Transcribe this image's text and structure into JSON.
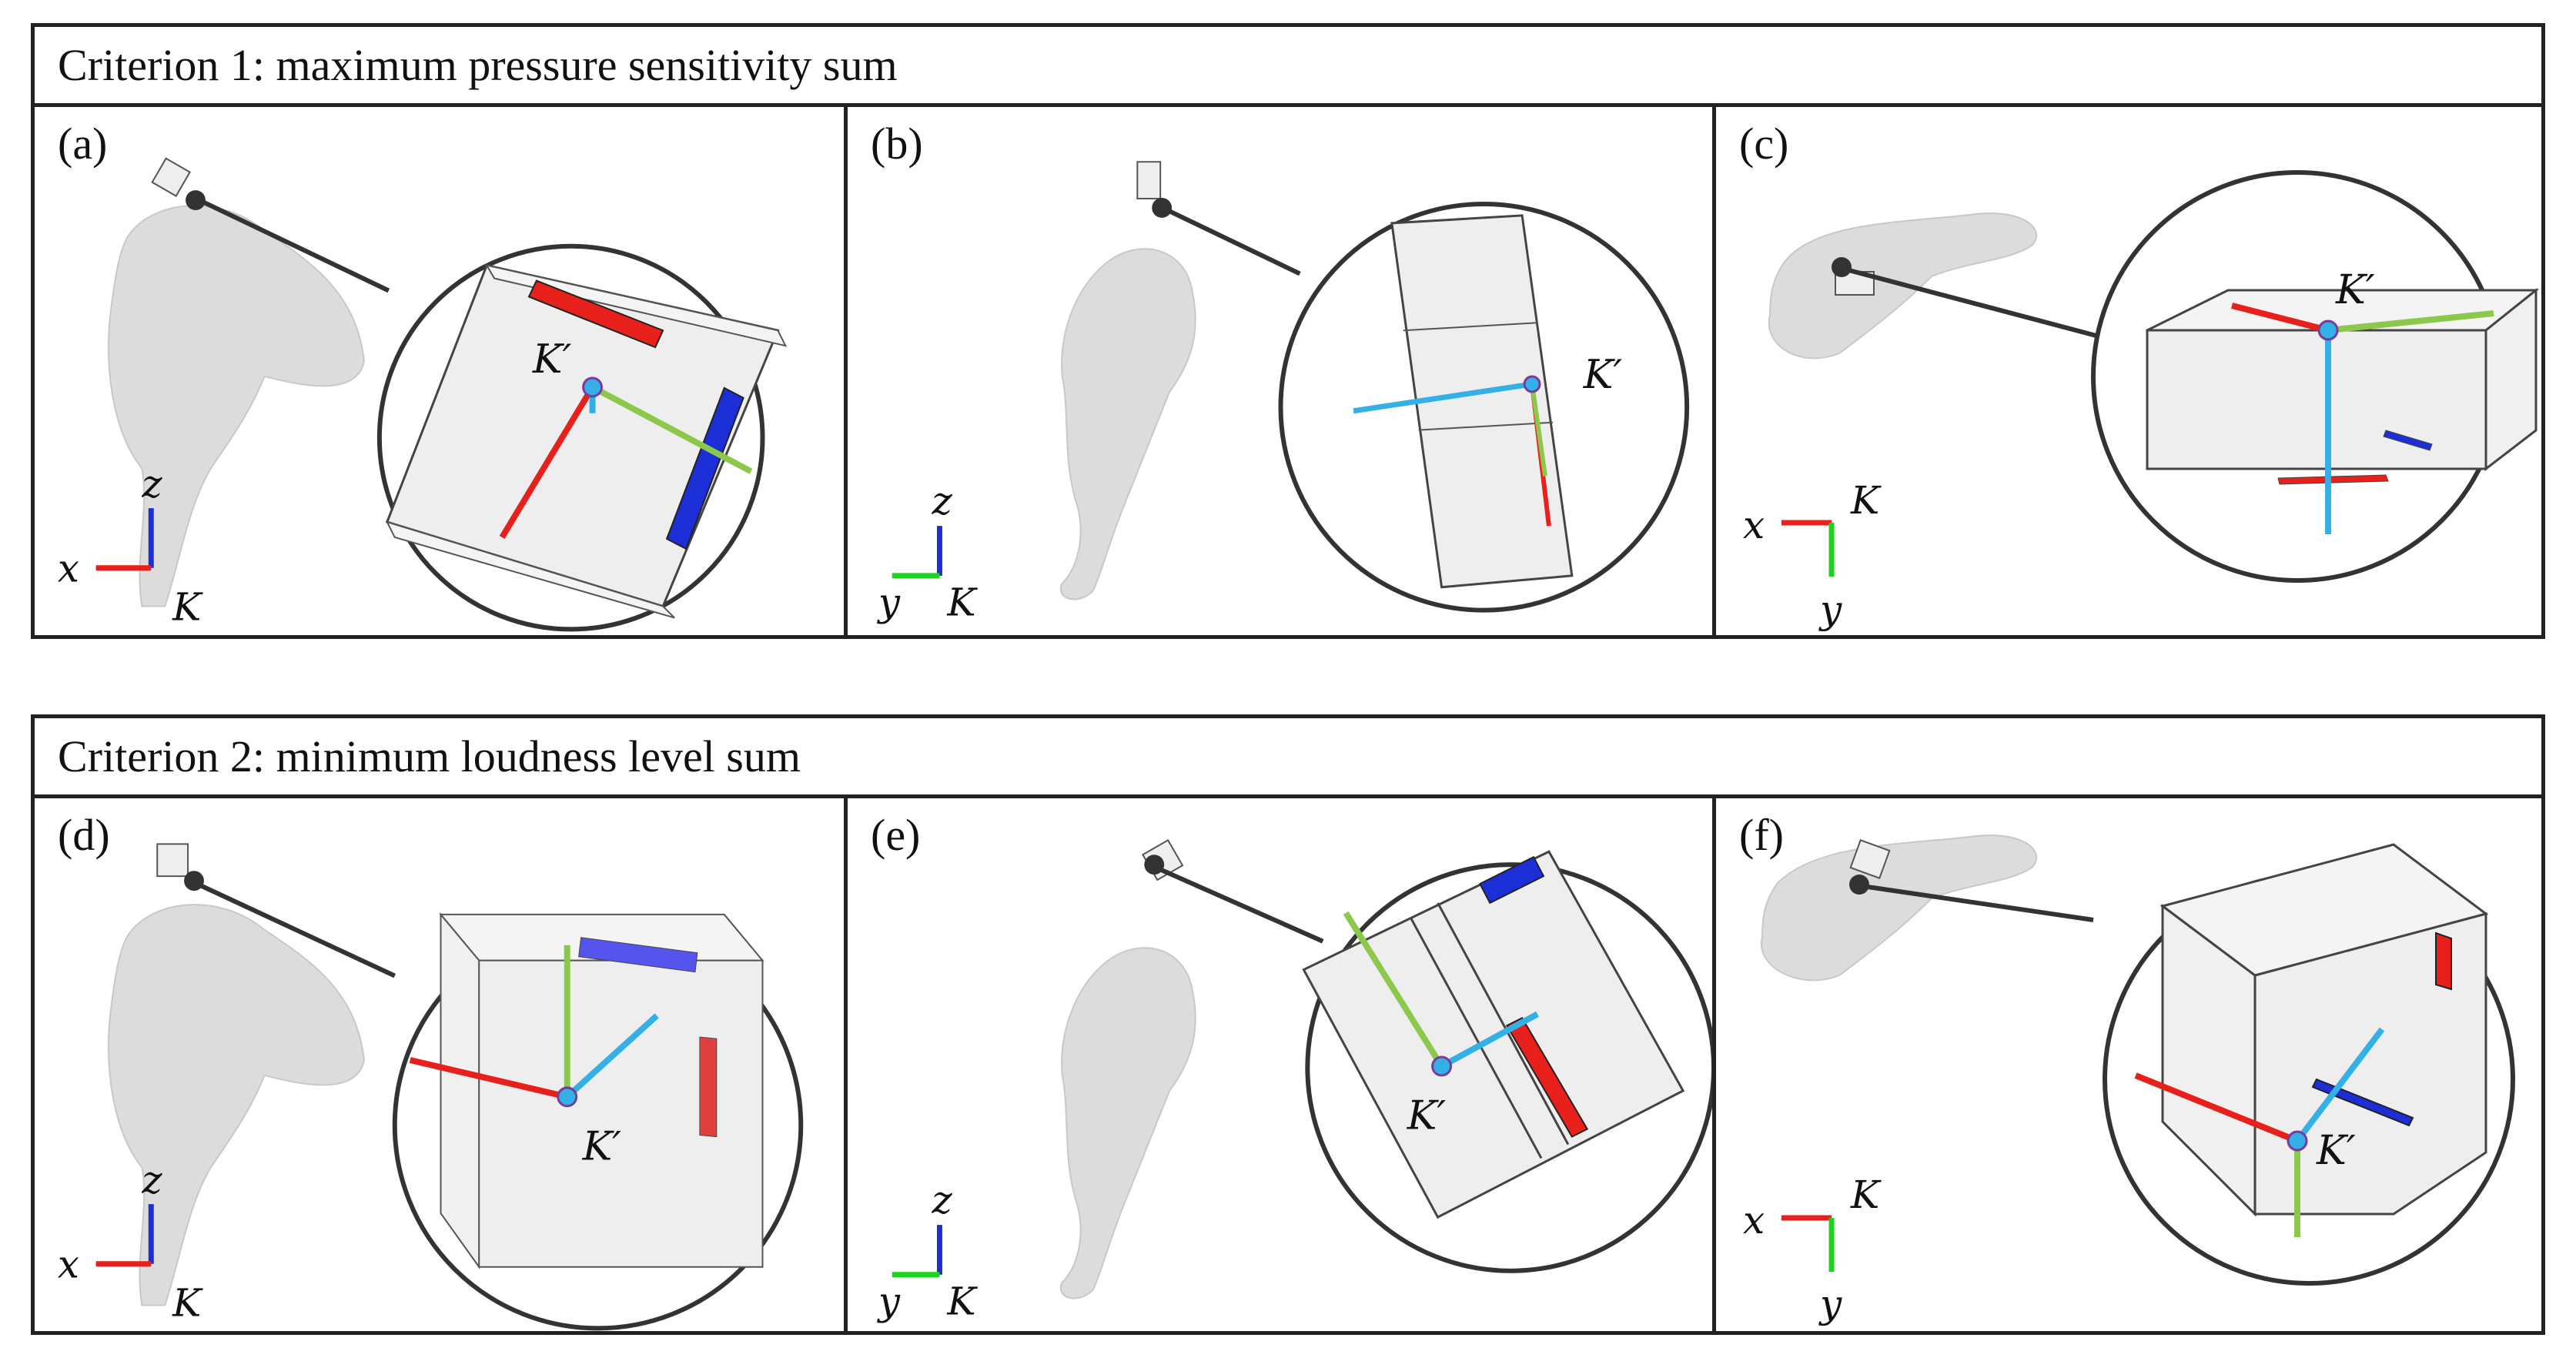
{
  "sections": [
    {
      "title": "Criterion 1: maximum pressure sensitivity sum",
      "panels": [
        {
          "label": "(a)",
          "frame_axes": [
            "x",
            "z"
          ],
          "frame_name": "K",
          "local_frame_name": "K′"
        },
        {
          "label": "(b)",
          "frame_axes": [
            "y",
            "z"
          ],
          "frame_name": "K",
          "local_frame_name": "K′"
        },
        {
          "label": "(c)",
          "frame_axes": [
            "x",
            "y"
          ],
          "frame_name": "K",
          "local_frame_name": "K′"
        }
      ]
    },
    {
      "title": "Criterion 2: minimum loudness level sum",
      "panels": [
        {
          "label": "(d)",
          "frame_axes": [
            "x",
            "z"
          ],
          "frame_name": "K",
          "local_frame_name": "K′"
        },
        {
          "label": "(e)",
          "frame_axes": [
            "y",
            "z"
          ],
          "frame_name": "K",
          "local_frame_name": "K′"
        },
        {
          "label": "(f)",
          "frame_axes": [
            "x",
            "y"
          ],
          "frame_name": "K",
          "local_frame_name": "K′"
        }
      ]
    }
  ],
  "colors": {
    "axis_x": "#e8201c",
    "axis_y": "#1fd21f",
    "axis_z": "#1c2fd6",
    "local_x": "#e8201c",
    "local_y": "#8cc84b",
    "local_z": "#33b0e6",
    "mesh": "#dcdcdc",
    "box_fill": "#ececec",
    "frame": "#222222"
  }
}
